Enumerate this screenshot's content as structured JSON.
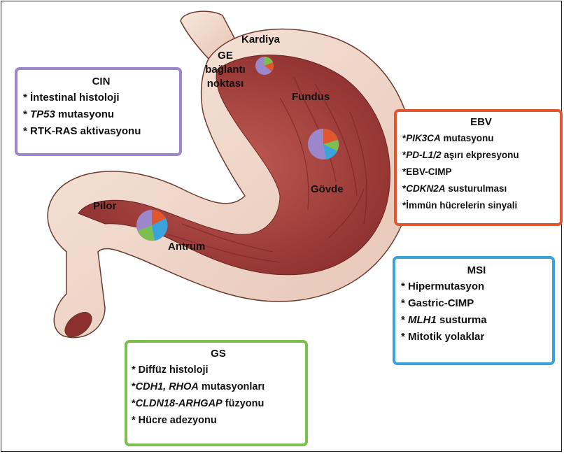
{
  "anatomy": {
    "kardiya": "Kardiya",
    "ge": [
      "GE",
      "bağlantı",
      "noktası"
    ],
    "fundus": "Fundus",
    "govde": "Gövde",
    "pilor": "Pilor",
    "antrum": "Antrum"
  },
  "cin": {
    "title": "CIN",
    "items": [
      {
        "prefix": "* ",
        "italic": "",
        "text": "İntestinal histoloji"
      },
      {
        "prefix": "* ",
        "italic": "TP53",
        "text": " mutasyonu"
      },
      {
        "prefix": "* ",
        "italic": "",
        "text": "RTK-RAS aktivasyonu"
      }
    ]
  },
  "ebv": {
    "title": "EBV",
    "items": [
      {
        "prefix": "*",
        "italic": "PIK3CA",
        "text": " mutasyonu"
      },
      {
        "prefix": "*",
        "italic": "PD-L1/2",
        "text": " aşırı ekpresyonu"
      },
      {
        "prefix": "*",
        "italic": "",
        "text": "EBV-CIMP"
      },
      {
        "prefix": "*",
        "italic": "CDKN2A",
        "text": " susturulması"
      },
      {
        "prefix": "*",
        "italic": "",
        "text": "İmmün hücrelerin sinyali"
      }
    ]
  },
  "msi": {
    "title": "MSI",
    "items": [
      {
        "prefix": "* ",
        "italic": "",
        "text": "Hipermutasyon"
      },
      {
        "prefix": "* ",
        "italic": "",
        "text": "Gastric-CIMP"
      },
      {
        "prefix": "* ",
        "italic": "MLH1",
        "text": " susturma"
      },
      {
        "prefix": "* ",
        "italic": "",
        "text": "Mitotik yolaklar"
      }
    ]
  },
  "gs": {
    "title": "GS",
    "items": [
      {
        "prefix": "* ",
        "italic": "",
        "text": "Diffüz histoloji"
      },
      {
        "prefix": "*",
        "italic": "CDH1, RHOA",
        "text": " mutasyonları"
      },
      {
        "prefix": "*",
        "italic": "CLDN18-ARHGAP",
        "text": " füzyonu"
      },
      {
        "prefix": "* ",
        "italic": "",
        "text": "Hücre adezyonu"
      }
    ]
  },
  "colors": {
    "cin": "#9b87c9",
    "ebv": "#e0572f",
    "msi": "#3aa3db",
    "gs": "#7bc04f",
    "stomach_outer": "#f2dcd0",
    "stomach_inner": "#a9403c"
  }
}
